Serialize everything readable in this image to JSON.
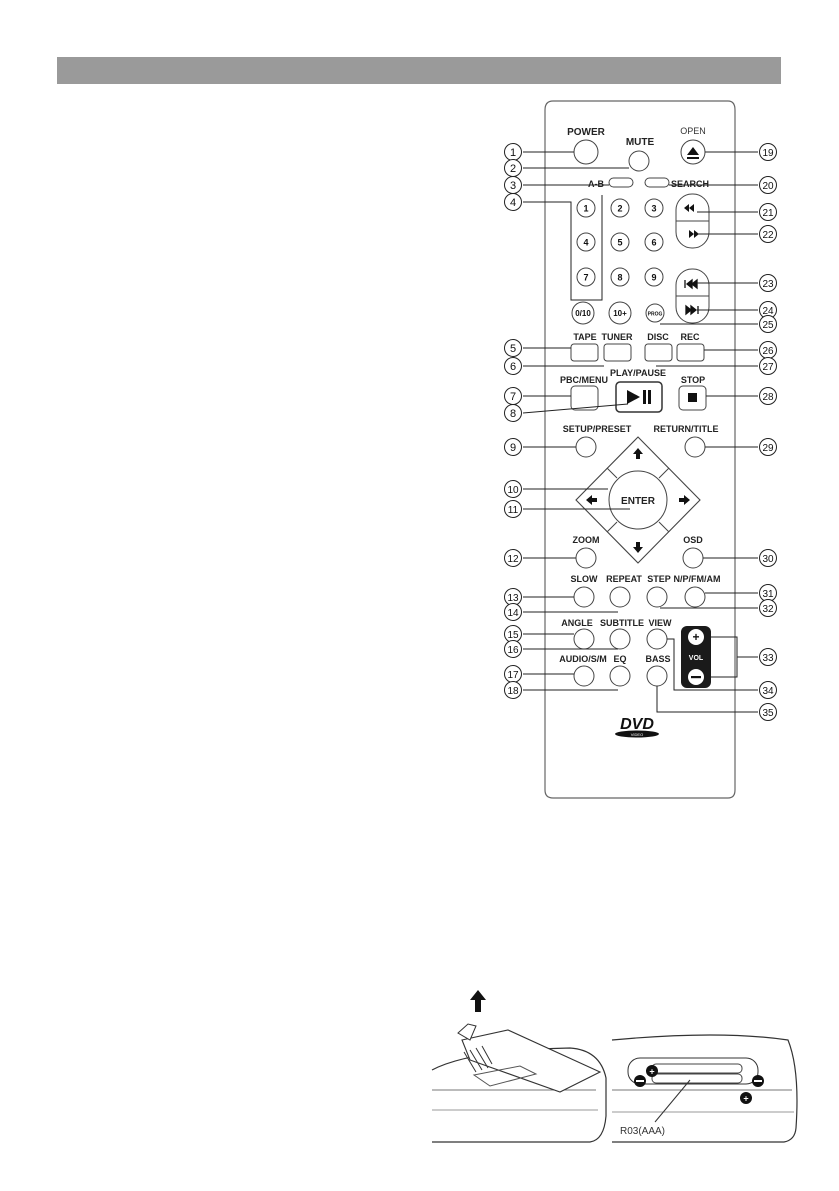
{
  "remote": {
    "labels": {
      "power": "POWER",
      "mute": "MUTE",
      "open": "OPEN",
      "ab": "A-B",
      "search": "SEARCH",
      "tape": "TAPE",
      "tuner": "TUNER",
      "disc": "DISC",
      "rec": "REC",
      "play_pause": "PLAY/PAUSE",
      "pbc_menu": "PBC/MENU",
      "stop": "STOP",
      "setup_preset": "SETUP/PRESET",
      "return_title": "RETURN/TITLE",
      "enter": "ENTER",
      "zoom": "ZOOM",
      "osd": "OSD",
      "slow": "SLOW",
      "repeat": "REPEAT",
      "step": "STEP",
      "npfmam": "N/P/FM/AM",
      "angle": "ANGLE",
      "subtitle": "SUBTITLE",
      "view": "VIEW",
      "vol": "VOL",
      "audio": "AUDIO/S/M",
      "eq": "EQ",
      "bass": "BASS",
      "prog": "PROG",
      "dvd": "DVD",
      "video": "VIDEO"
    },
    "keypad": [
      "1",
      "2",
      "3",
      "4",
      "5",
      "6",
      "7",
      "8",
      "9",
      "0/10",
      "10+"
    ],
    "callouts": {
      "c1": "1",
      "c2": "2",
      "c3": "3",
      "c4": "4",
      "c5": "5",
      "c6": "6",
      "c7": "7",
      "c8": "8",
      "c9": "9",
      "c10": "10",
      "c11": "11",
      "c12": "12",
      "c13": "13",
      "c14": "14",
      "c15": "15",
      "c16": "16",
      "c17": "17",
      "c18": "18",
      "c19": "19",
      "c20": "20",
      "c21": "21",
      "c22": "22",
      "c23": "23",
      "c24": "24",
      "c25": "25",
      "c26": "26",
      "c27": "27",
      "c28": "28",
      "c29": "29",
      "c30": "30",
      "c31": "31",
      "c32": "32",
      "c33": "33",
      "c34": "34",
      "c35": "35"
    }
  },
  "battery": {
    "label": "R03(AAA)"
  }
}
